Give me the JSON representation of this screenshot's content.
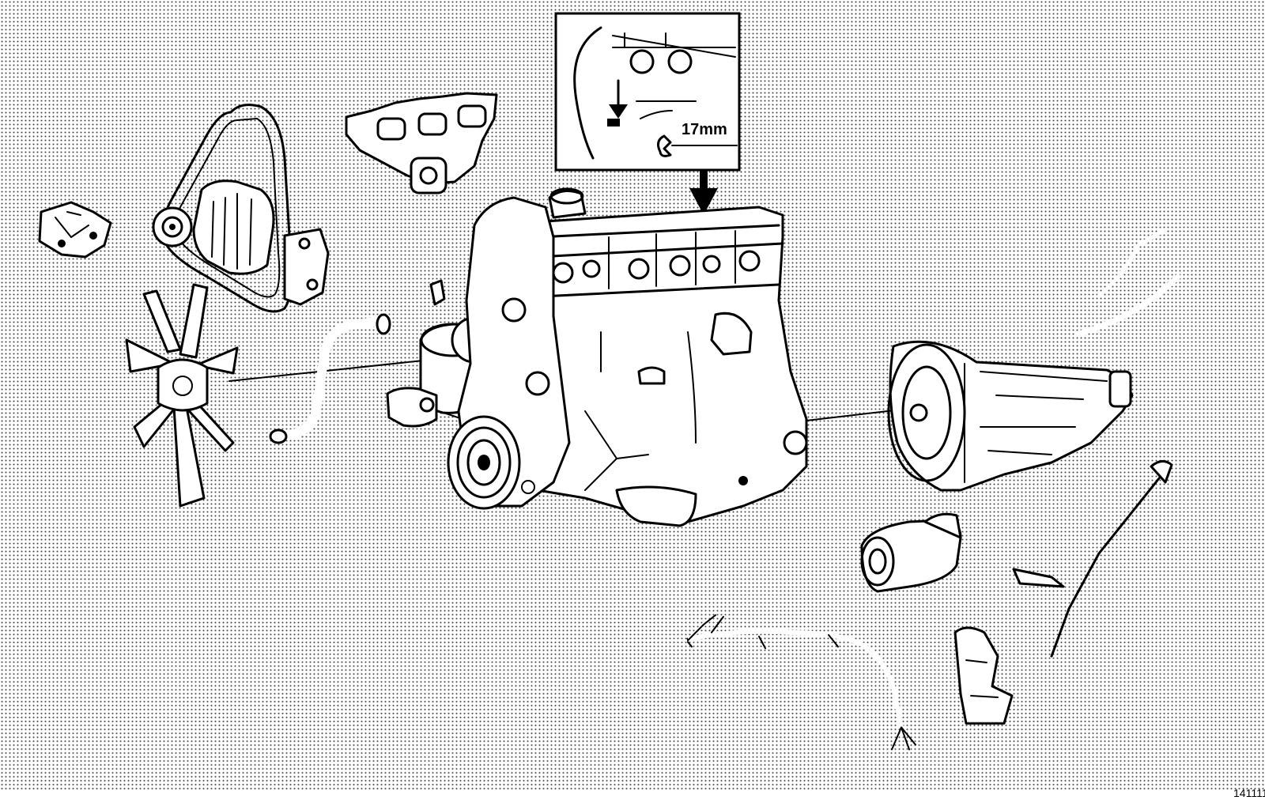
{
  "diagram": {
    "detail_inset": {
      "wrench_size_label": "17mm"
    },
    "reference_number": "141111",
    "components": [
      "engine-block",
      "timing-cover",
      "oil-filler-cap",
      "exhaust-manifold",
      "alternator",
      "drive-belt",
      "engine-mount-left",
      "cooling-fan",
      "radiator-hose",
      "water-pump-housing",
      "idler-pulley",
      "crankshaft-pulley",
      "automatic-transmission",
      "starter-motor",
      "wiring-harness",
      "transmission-mount",
      "dipstick-tube",
      "vacuum-hoses"
    ],
    "colors": {
      "background": "#ffffff",
      "ink": "#000000"
    }
  }
}
